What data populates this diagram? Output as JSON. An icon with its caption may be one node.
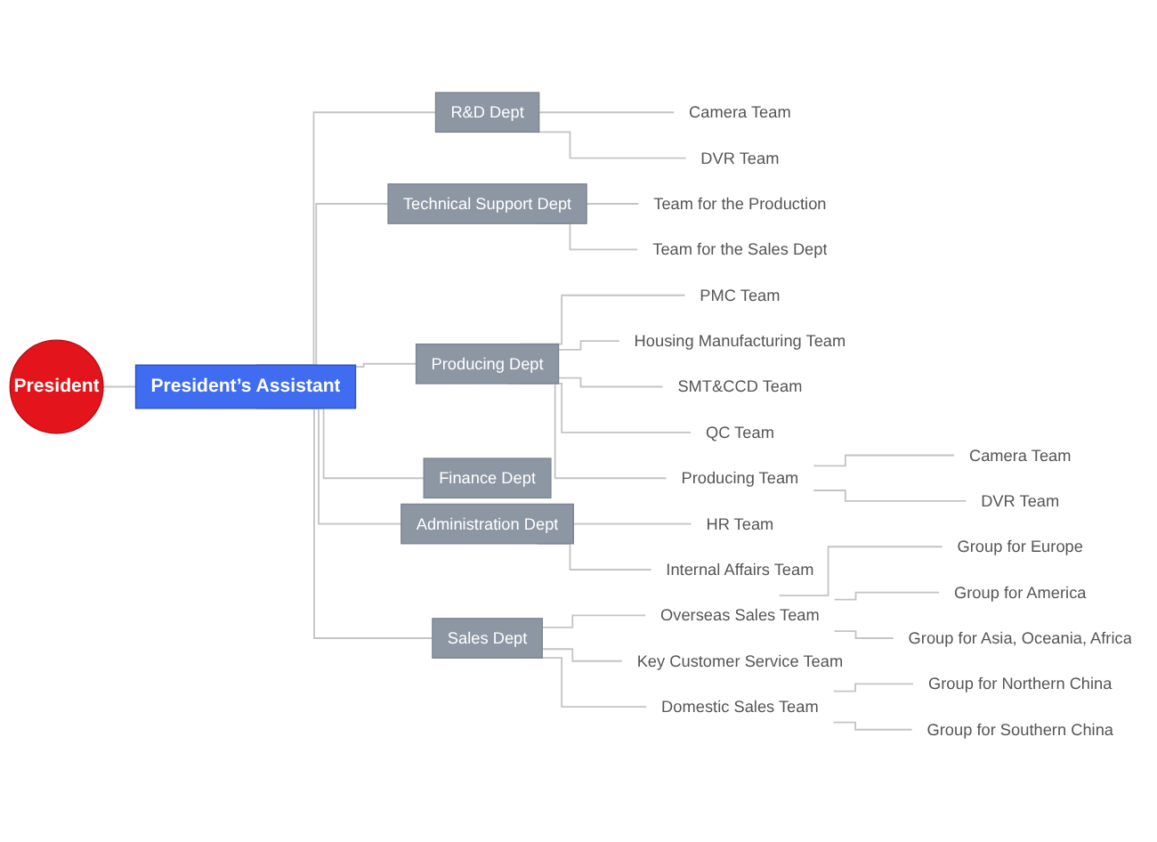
{
  "diagram": {
    "nodes": [
      {
        "text": [
          "President"
        ]
      },
      {
        "text": [
          "President’s Assistant"
        ]
      },
      {
        "text": [
          "R&D Dept"
        ]
      },
      {
        "text": [
          "Camera Team"
        ]
      },
      {
        "text": [
          "DVR Team"
        ]
      },
      {
        "text": [
          "Technical Support Dept"
        ]
      },
      {
        "text": [
          "Team for the Production"
        ]
      },
      {
        "text": [
          "Team for the Sales Dept"
        ]
      },
      {
        "text": [
          "Producing Dept"
        ]
      },
      {
        "text": [
          "PMC Team"
        ]
      },
      {
        "text": [
          "Housing Manufacturing Team"
        ]
      },
      {
        "text": [
          "SMT&CCD Team"
        ]
      },
      {
        "text": [
          "QC Team"
        ]
      },
      {
        "text": [
          "Producing Team"
        ]
      },
      {
        "text": [
          "Camera Team"
        ]
      },
      {
        "text": [
          "DVR Team"
        ]
      },
      {
        "text": [
          "Finance Dept"
        ]
      },
      {
        "text": [
          "Administration Dept"
        ]
      },
      {
        "text": [
          "HR Team"
        ]
      },
      {
        "text": [
          "Internal Affairs Team"
        ]
      },
      {
        "text": [
          "Sales Dept"
        ]
      },
      {
        "text": [
          "Overseas Sales Team"
        ]
      },
      {
        "text": [
          "Group for Europe"
        ]
      },
      {
        "text": [
          "Group for America"
        ]
      },
      {
        "text": [
          "Group for Asia, Oceania, Africa"
        ]
      },
      {
        "text": [
          "Key Customer Service Team"
        ]
      },
      {
        "text": [
          "Domestic Sales Team"
        ]
      },
      {
        "text": [
          "Group for Northern China"
        ]
      },
      {
        "text": [
          "Group for Southern China"
        ]
      }
    ],
    "edges": [
      {
        "from": 0,
        "to": 1,
        "arrow": "none"
      },
      {
        "from": 1,
        "to": 2,
        "arrow": "none"
      },
      {
        "from": 1,
        "to": 5,
        "arrow": "none"
      },
      {
        "from": 1,
        "to": 8,
        "arrow": "none"
      },
      {
        "from": 1,
        "to": 16,
        "arrow": "none"
      },
      {
        "from": 1,
        "to": 17,
        "arrow": "none"
      },
      {
        "from": 1,
        "to": 20,
        "arrow": "none"
      },
      {
        "from": 2,
        "to": 3,
        "arrow": "none"
      },
      {
        "from": 2,
        "to": 4,
        "arrow": "none"
      },
      {
        "from": 5,
        "to": 6,
        "arrow": "none"
      },
      {
        "from": 5,
        "to": 7,
        "arrow": "none"
      },
      {
        "from": 8,
        "to": 9,
        "arrow": "none"
      },
      {
        "from": 8,
        "to": 10,
        "arrow": "none"
      },
      {
        "from": 8,
        "to": 11,
        "arrow": "none"
      },
      {
        "from": 8,
        "to": 12,
        "arrow": "none"
      },
      {
        "from": 8,
        "to": 13,
        "arrow": "none"
      },
      {
        "from": 13,
        "to": 14,
        "arrow": "none"
      },
      {
        "from": 13,
        "to": 15,
        "arrow": "none"
      },
      {
        "from": 17,
        "to": 18,
        "arrow": "none"
      },
      {
        "from": 17,
        "to": 19,
        "arrow": "none"
      },
      {
        "from": 20,
        "to": 21,
        "arrow": "none"
      },
      {
        "from": 20,
        "to": 25,
        "arrow": "none"
      },
      {
        "from": 20,
        "to": 26,
        "arrow": "none"
      },
      {
        "from": 21,
        "to": 22,
        "arrow": "none"
      },
      {
        "from": 21,
        "to": 23,
        "arrow": "none"
      },
      {
        "from": 21,
        "to": 24,
        "arrow": "none"
      },
      {
        "from": 26,
        "to": 27,
        "arrow": "none"
      },
      {
        "from": 26,
        "to": 28,
        "arrow": "none"
      }
    ]
  }
}
